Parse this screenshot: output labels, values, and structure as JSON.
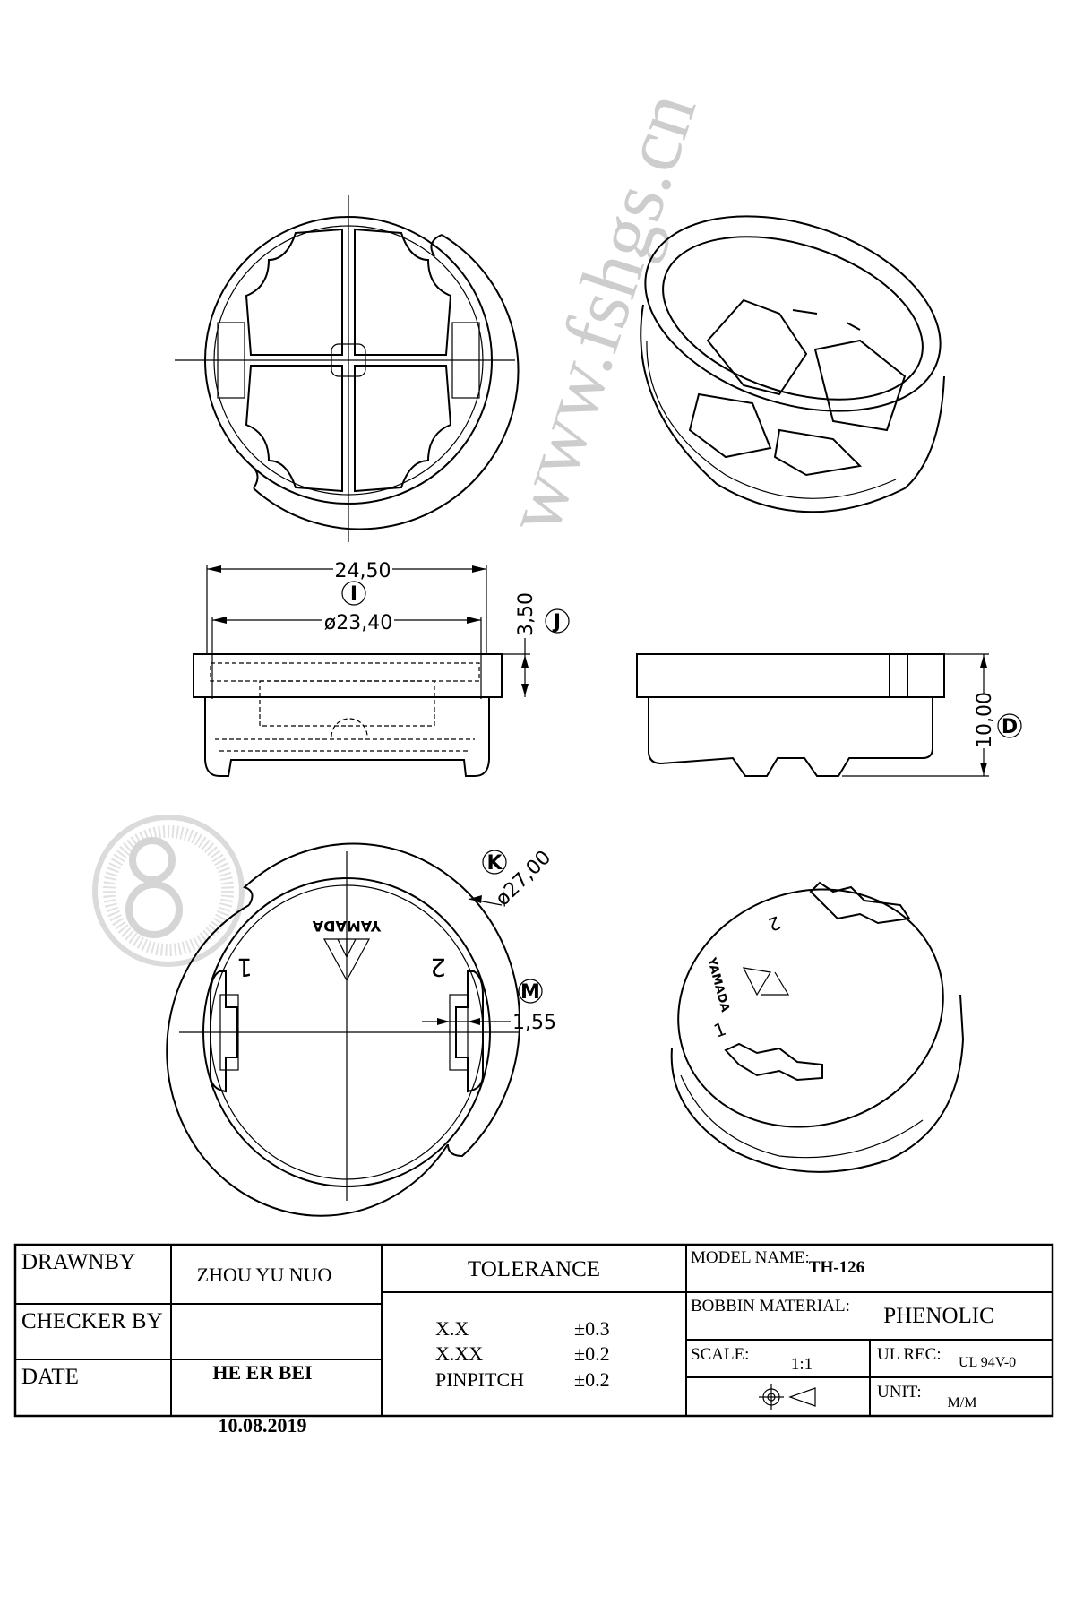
{
  "drawing": {
    "dimensions": {
      "overall_width": "24,50",
      "inner_diameter": "ø23,40",
      "flange_height": "3,50",
      "total_height": "10,00",
      "outer_diameter": "ø27,00",
      "slot_width": "1,55"
    },
    "callouts": {
      "I": "I",
      "J": "J",
      "D": "D",
      "K": "K",
      "M": "M"
    },
    "bottom_markings": {
      "brand": "YAMADA",
      "pin1": "1",
      "pin2": "2"
    },
    "watermark": "www.fshgs.cn"
  },
  "title_block": {
    "drawn_by_label": "DRAWNBY",
    "drawn_by_value": "ZHOU YU NUO",
    "checker_label": "CHECKER BY",
    "checker_value": "HE ER BEI",
    "date_label": "DATE",
    "date_value": "10.08.2019",
    "tolerance_label": "TOLERANCE",
    "tolerances": [
      {
        "name": "X.X",
        "value": "±0.3"
      },
      {
        "name": "X.XX",
        "value": "±0.2"
      },
      {
        "name": "PINPITCH",
        "value": "±0.2"
      }
    ],
    "model_name_label": "MODEL NAME:",
    "model_name_value": "TH-126",
    "material_label": "BOBBIN MATERIAL:",
    "material_value": "PHENOLIC",
    "scale_label": "SCALE:",
    "scale_value": "1:1",
    "ul_label": "UL REC:",
    "ul_value": "UL 94V-0",
    "unit_label": "UNIT:",
    "unit_value": "M/M"
  }
}
